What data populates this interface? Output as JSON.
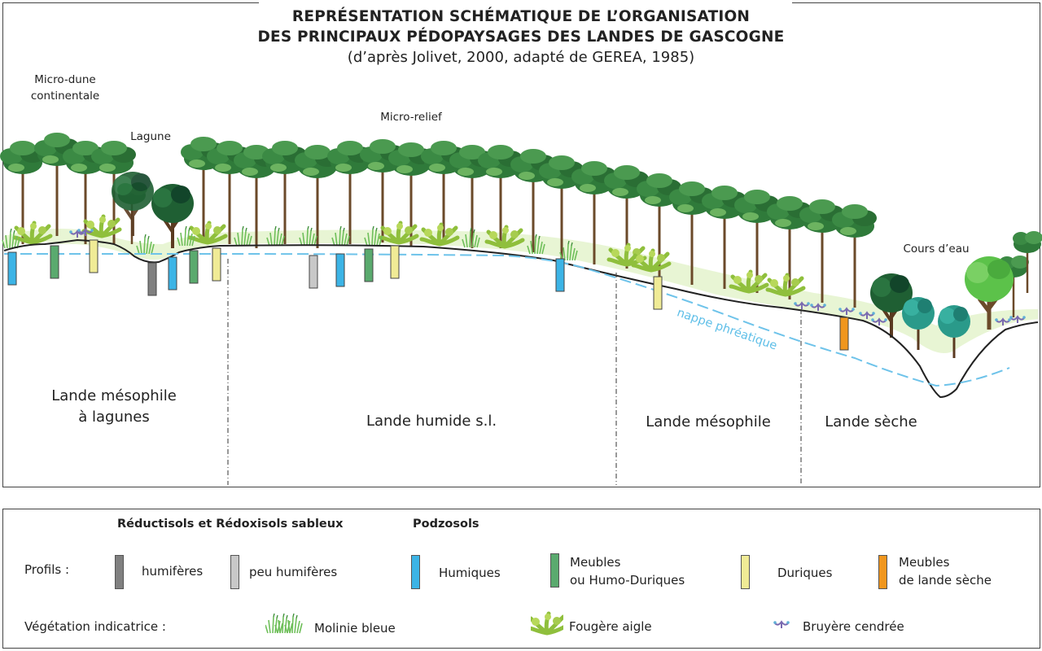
{
  "title": {
    "line1": "REPRÉSENTATION SCHÉMATIQUE DE L’ORGANISATION",
    "line2": "DES PRINCIPAUX PÉDOPAYSAGES DES LANDES DE GASCOGNE",
    "line3": "(d’après Jolivet, 2000, adapté de GEREA, 1985)"
  },
  "labels": {
    "micro_dune_1": "Micro-dune",
    "micro_dune_2": "continentale",
    "lagune": "Lagune",
    "micro_relief": "Micro-relief",
    "cours_eau": "Cours d’eau",
    "nappe": "nappe phréatique"
  },
  "zones": {
    "mesophile_lagunes_1": "Lande mésophile",
    "mesophile_lagunes_2": "à lagunes",
    "humide": "Lande humide s.l.",
    "mesophile": "Lande mésophile",
    "seche": "Lande sèche"
  },
  "legend": {
    "reductisols": "Réductisols et Rédoxisols sableux",
    "podzosols": "Podzosols",
    "profils": "Profils :",
    "humiferes": "humifères",
    "peu_humiferes": "peu humifères",
    "humiques": "Humiques",
    "meubles_1": "Meubles",
    "meubles_2": "ou Humo-Duriques",
    "duriques": "Duriques",
    "meubles_seche_1": "Meubles",
    "meubles_seche_2": "de lande sèche",
    "vegetation": "Végétation indicatrice :",
    "molinie": "Molinie bleue",
    "fougere": "Fougère aigle",
    "bruyere": "Bruyère cendrée"
  },
  "colors": {
    "humiferes": "#808080",
    "peu_humiferes": "#c8c8c8",
    "humiques": "#3cb4e6",
    "meubles": "#5aaa6e",
    "duriques": "#f0eb96",
    "meubles_seche": "#f0961e",
    "water_line": "#6ec3ea",
    "pine_dark": "#2f7a3a",
    "pine_light": "#7cc26a",
    "fern": "#a6cc4e",
    "heather": "#7a6ab0"
  }
}
